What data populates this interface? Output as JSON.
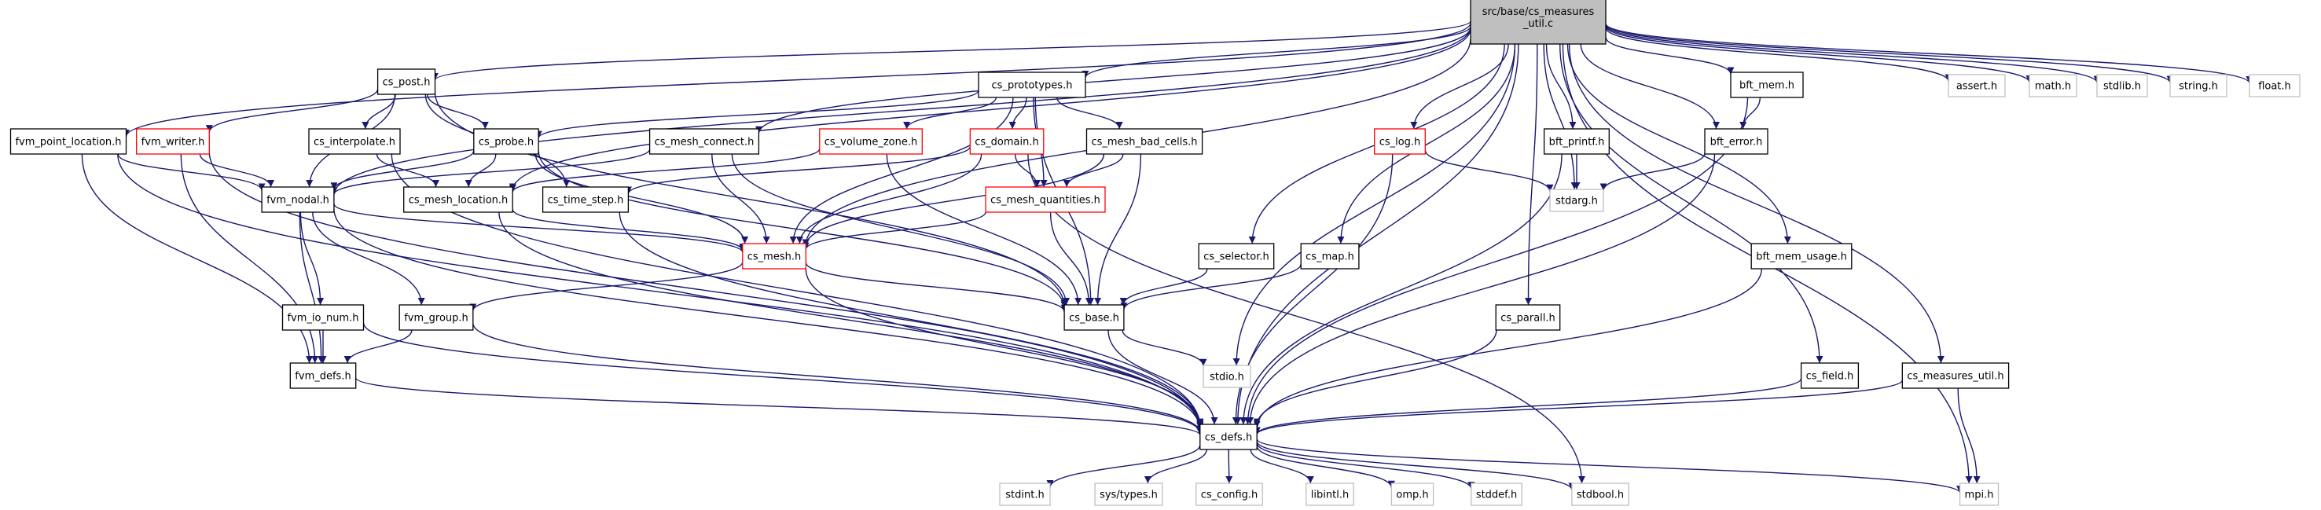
{
  "colors": {
    "root_fill": "#bfbfbf",
    "root_stroke": "#000000",
    "internal_stroke": "#000000",
    "incomplete_stroke": "#ff0000",
    "system_stroke": "#bfbfbf",
    "edge": "#191970"
  },
  "nodes": [
    {
      "id": "root",
      "lines": [
        "src/base/cs_measures",
        "_util.c"
      ],
      "kind": "root"
    },
    {
      "id": "cs_post",
      "lines": [
        "cs_post.h"
      ],
      "kind": "internal"
    },
    {
      "id": "cs_prototypes",
      "lines": [
        "cs_prototypes.h"
      ],
      "kind": "internal"
    },
    {
      "id": "bft_mem",
      "lines": [
        "bft_mem.h"
      ],
      "kind": "internal"
    },
    {
      "id": "assert",
      "lines": [
        "assert.h"
      ],
      "kind": "system"
    },
    {
      "id": "math",
      "lines": [
        "math.h"
      ],
      "kind": "system"
    },
    {
      "id": "stdlib",
      "lines": [
        "stdlib.h"
      ],
      "kind": "system"
    },
    {
      "id": "string",
      "lines": [
        "string.h"
      ],
      "kind": "system"
    },
    {
      "id": "float",
      "lines": [
        "float.h"
      ],
      "kind": "system"
    },
    {
      "id": "fvm_point_location",
      "lines": [
        "fvm_point_location.h"
      ],
      "kind": "internal"
    },
    {
      "id": "fvm_writer",
      "lines": [
        "fvm_writer.h"
      ],
      "kind": "incomplete"
    },
    {
      "id": "cs_interpolate",
      "lines": [
        "cs_interpolate.h"
      ],
      "kind": "internal"
    },
    {
      "id": "cs_probe",
      "lines": [
        "cs_probe.h"
      ],
      "kind": "internal"
    },
    {
      "id": "cs_mesh_connect",
      "lines": [
        "cs_mesh_connect.h"
      ],
      "kind": "internal"
    },
    {
      "id": "cs_volume_zone",
      "lines": [
        "cs_volume_zone.h"
      ],
      "kind": "incomplete"
    },
    {
      "id": "cs_domain",
      "lines": [
        "cs_domain.h"
      ],
      "kind": "incomplete"
    },
    {
      "id": "cs_mesh_bad_cells",
      "lines": [
        "cs_mesh_bad_cells.h"
      ],
      "kind": "internal"
    },
    {
      "id": "cs_log",
      "lines": [
        "cs_log.h"
      ],
      "kind": "incomplete"
    },
    {
      "id": "bft_printf",
      "lines": [
        "bft_printf.h"
      ],
      "kind": "internal"
    },
    {
      "id": "bft_error",
      "lines": [
        "bft_error.h"
      ],
      "kind": "internal"
    },
    {
      "id": "fvm_nodal",
      "lines": [
        "fvm_nodal.h"
      ],
      "kind": "internal"
    },
    {
      "id": "cs_mesh_location",
      "lines": [
        "cs_mesh_location.h"
      ],
      "kind": "internal"
    },
    {
      "id": "cs_time_step",
      "lines": [
        "cs_time_step.h"
      ],
      "kind": "internal"
    },
    {
      "id": "cs_mesh_quantities",
      "lines": [
        "cs_mesh_quantities.h"
      ],
      "kind": "incomplete"
    },
    {
      "id": "stdarg",
      "lines": [
        "stdarg.h"
      ],
      "kind": "system"
    },
    {
      "id": "cs_mesh",
      "lines": [
        "cs_mesh.h"
      ],
      "kind": "incomplete"
    },
    {
      "id": "cs_selector",
      "lines": [
        "cs_selector.h"
      ],
      "kind": "internal"
    },
    {
      "id": "cs_map",
      "lines": [
        "cs_map.h"
      ],
      "kind": "internal"
    },
    {
      "id": "bft_mem_usage",
      "lines": [
        "bft_mem_usage.h"
      ],
      "kind": "internal"
    },
    {
      "id": "fvm_io_num",
      "lines": [
        "fvm_io_num.h"
      ],
      "kind": "internal"
    },
    {
      "id": "fvm_group",
      "lines": [
        "fvm_group.h"
      ],
      "kind": "internal"
    },
    {
      "id": "cs_base",
      "lines": [
        "cs_base.h"
      ],
      "kind": "internal"
    },
    {
      "id": "cs_parall",
      "lines": [
        "cs_parall.h"
      ],
      "kind": "internal"
    },
    {
      "id": "fvm_defs",
      "lines": [
        "fvm_defs.h"
      ],
      "kind": "internal"
    },
    {
      "id": "stdio",
      "lines": [
        "stdio.h"
      ],
      "kind": "system"
    },
    {
      "id": "cs_field",
      "lines": [
        "cs_field.h"
      ],
      "kind": "internal"
    },
    {
      "id": "cs_measures_util",
      "lines": [
        "cs_measures_util.h"
      ],
      "kind": "internal"
    },
    {
      "id": "cs_defs",
      "lines": [
        "cs_defs.h"
      ],
      "kind": "internal"
    },
    {
      "id": "stdint",
      "lines": [
        "stdint.h"
      ],
      "kind": "system"
    },
    {
      "id": "sys_types",
      "lines": [
        "sys/types.h"
      ],
      "kind": "system"
    },
    {
      "id": "cs_config",
      "lines": [
        "cs_config.h"
      ],
      "kind": "system"
    },
    {
      "id": "libintl",
      "lines": [
        "libintl.h"
      ],
      "kind": "system"
    },
    {
      "id": "omp",
      "lines": [
        "omp.h"
      ],
      "kind": "system"
    },
    {
      "id": "stddef",
      "lines": [
        "stddef.h"
      ],
      "kind": "system"
    },
    {
      "id": "stdbool",
      "lines": [
        "stdbool.h"
      ],
      "kind": "system"
    },
    {
      "id": "mpi",
      "lines": [
        "mpi.h"
      ],
      "kind": "system"
    }
  ],
  "edges": [
    [
      "root",
      "cs_post"
    ],
    [
      "root",
      "cs_prototypes"
    ],
    [
      "root",
      "bft_mem"
    ],
    [
      "root",
      "assert"
    ],
    [
      "root",
      "math"
    ],
    [
      "root",
      "stdlib"
    ],
    [
      "root",
      "string"
    ],
    [
      "root",
      "float"
    ],
    [
      "root",
      "fvm_point_location"
    ],
    [
      "root",
      "fvm_nodal"
    ],
    [
      "root",
      "cs_mesh_location"
    ],
    [
      "root",
      "cs_mesh_connect"
    ],
    [
      "root",
      "cs_mesh"
    ],
    [
      "root",
      "cs_selector"
    ],
    [
      "root",
      "cs_map"
    ],
    [
      "root",
      "cs_log"
    ],
    [
      "root",
      "bft_printf"
    ],
    [
      "root",
      "stdarg"
    ],
    [
      "root",
      "bft_error"
    ],
    [
      "root",
      "cs_parall"
    ],
    [
      "root",
      "cs_defs"
    ],
    [
      "root",
      "stdio"
    ],
    [
      "root",
      "bft_mem_usage"
    ],
    [
      "root",
      "cs_field"
    ],
    [
      "root",
      "cs_measures_util"
    ],
    [
      "root",
      "mpi"
    ],
    [
      "cs_post",
      "fvm_writer"
    ],
    [
      "cs_post",
      "cs_interpolate"
    ],
    [
      "cs_post",
      "cs_probe"
    ],
    [
      "cs_post",
      "fvm_nodal"
    ],
    [
      "cs_post",
      "cs_time_step"
    ],
    [
      "cs_post",
      "cs_base"
    ],
    [
      "cs_prototypes",
      "cs_probe"
    ],
    [
      "cs_prototypes",
      "cs_volume_zone"
    ],
    [
      "cs_prototypes",
      "cs_domain"
    ],
    [
      "cs_prototypes",
      "cs_mesh_bad_cells"
    ],
    [
      "cs_prototypes",
      "cs_mesh_quantities"
    ],
    [
      "cs_prototypes",
      "cs_mesh"
    ],
    [
      "cs_prototypes",
      "cs_base"
    ],
    [
      "bft_mem",
      "bft_error"
    ],
    [
      "bft_mem",
      "cs_defs"
    ],
    [
      "fvm_point_location",
      "fvm_nodal"
    ],
    [
      "fvm_point_location",
      "fvm_defs"
    ],
    [
      "fvm_point_location",
      "cs_defs"
    ],
    [
      "fvm_writer",
      "fvm_nodal"
    ],
    [
      "fvm_writer",
      "fvm_defs"
    ],
    [
      "fvm_writer",
      "cs_defs"
    ],
    [
      "cs_interpolate",
      "cs_mesh_location"
    ],
    [
      "cs_interpolate",
      "cs_defs"
    ],
    [
      "cs_probe",
      "fvm_nodal"
    ],
    [
      "cs_probe",
      "cs_mesh_location"
    ],
    [
      "cs_probe",
      "cs_mesh"
    ],
    [
      "cs_probe",
      "cs_base"
    ],
    [
      "cs_mesh_connect",
      "cs_mesh"
    ],
    [
      "cs_mesh_connect",
      "fvm_nodal"
    ],
    [
      "cs_mesh_connect",
      "cs_base"
    ],
    [
      "cs_volume_zone",
      "cs_mesh_location"
    ],
    [
      "cs_volume_zone",
      "cs_base"
    ],
    [
      "cs_domain",
      "cs_mesh_quantities"
    ],
    [
      "cs_domain",
      "cs_mesh"
    ],
    [
      "cs_domain",
      "cs_time_step"
    ],
    [
      "cs_domain",
      "stdbool"
    ],
    [
      "cs_mesh_bad_cells",
      "cs_mesh_quantities"
    ],
    [
      "cs_mesh_bad_cells",
      "cs_mesh"
    ],
    [
      "cs_mesh_bad_cells",
      "cs_base"
    ],
    [
      "cs_log",
      "stdarg"
    ],
    [
      "cs_log",
      "cs_defs"
    ],
    [
      "bft_printf",
      "stdarg"
    ],
    [
      "bft_printf",
      "cs_defs"
    ],
    [
      "bft_error",
      "stdarg"
    ],
    [
      "bft_error",
      "cs_defs"
    ],
    [
      "fvm_nodal",
      "fvm_io_num"
    ],
    [
      "fvm_nodal",
      "fvm_group"
    ],
    [
      "fvm_nodal",
      "fvm_defs"
    ],
    [
      "fvm_nodal",
      "cs_mesh"
    ],
    [
      "fvm_nodal",
      "cs_defs"
    ],
    [
      "cs_mesh_location",
      "cs_mesh"
    ],
    [
      "cs_mesh_location",
      "cs_defs"
    ],
    [
      "cs_time_step",
      "cs_defs"
    ],
    [
      "cs_mesh_quantities",
      "cs_mesh"
    ],
    [
      "cs_mesh_quantities",
      "cs_base"
    ],
    [
      "cs_mesh",
      "fvm_group"
    ],
    [
      "cs_mesh",
      "cs_base"
    ],
    [
      "cs_mesh",
      "cs_defs"
    ],
    [
      "cs_selector",
      "cs_base"
    ],
    [
      "cs_map",
      "cs_base"
    ],
    [
      "bft_mem_usage",
      "cs_defs"
    ],
    [
      "fvm_io_num",
      "fvm_defs"
    ],
    [
      "fvm_io_num",
      "cs_defs"
    ],
    [
      "fvm_group",
      "fvm_defs"
    ],
    [
      "fvm_group",
      "cs_defs"
    ],
    [
      "cs_base",
      "stdio"
    ],
    [
      "cs_base",
      "cs_defs"
    ],
    [
      "cs_parall",
      "cs_defs"
    ],
    [
      "fvm_defs",
      "cs_defs"
    ],
    [
      "cs_field",
      "cs_defs"
    ],
    [
      "cs_measures_util",
      "cs_defs"
    ],
    [
      "cs_measures_util",
      "mpi"
    ],
    [
      "cs_defs",
      "stdint"
    ],
    [
      "cs_defs",
      "sys_types"
    ],
    [
      "cs_defs",
      "cs_config"
    ],
    [
      "cs_defs",
      "libintl"
    ],
    [
      "cs_defs",
      "omp"
    ],
    [
      "cs_defs",
      "stddef"
    ],
    [
      "cs_defs",
      "stdbool"
    ],
    [
      "cs_defs",
      "mpi"
    ]
  ]
}
